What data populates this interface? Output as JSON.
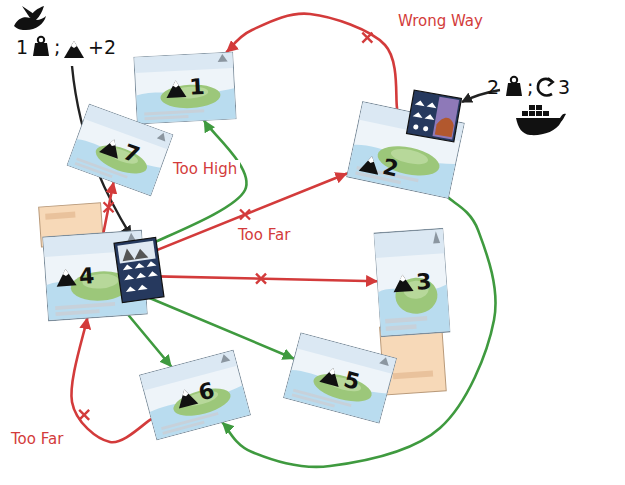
{
  "diagram": {
    "nodes": [
      {
        "text": [
          "1"
        ]
      },
      {
        "text": [
          "2"
        ]
      },
      {
        "text": [
          "3"
        ]
      },
      {
        "text": [
          "4"
        ]
      },
      {
        "text": [
          "5"
        ]
      },
      {
        "text": [
          "6"
        ]
      },
      {
        "text": [
          "7"
        ]
      }
    ],
    "edges": [
      {
        "from": 3,
        "to": 6,
        "arrow": "to",
        "label": "Too High"
      },
      {
        "from": 3,
        "to": 0,
        "arrow": "to"
      },
      {
        "from": 3,
        "to": 1,
        "arrow": "to",
        "label": "Too Far"
      },
      {
        "from": 3,
        "to": 2,
        "arrow": "to"
      },
      {
        "from": 3,
        "to": 5,
        "arrow": "to"
      },
      {
        "from": 3,
        "to": 4,
        "arrow": "to"
      },
      {
        "from": 1,
        "to": 0,
        "arrow": "to",
        "label": "Wrong Way"
      },
      {
        "from": 1,
        "to": 5,
        "arrow": "to"
      },
      {
        "from": 5,
        "to": 3,
        "arrow": "to",
        "label": "Too Far"
      }
    ],
    "labels": [
      "1",
      ";",
      "+2",
      "2",
      ";",
      "3"
    ]
  }
}
